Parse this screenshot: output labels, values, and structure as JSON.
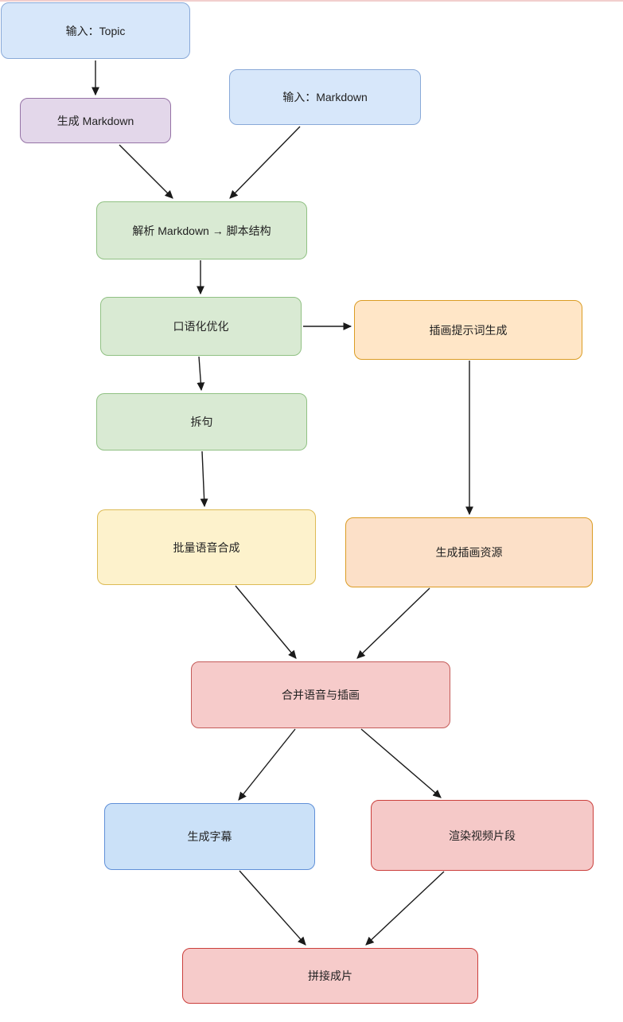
{
  "palette": {
    "background": "#ffffff",
    "edge_color": "#1a1a1a",
    "top_line": "#f2cfce",
    "text_color": "#222222"
  },
  "nodes": {
    "input_topic": {
      "label": "输入：Topic",
      "fill": "#d7e7fa",
      "stroke": "#89a9d8"
    },
    "input_markdown": {
      "label": "输入：Markdown",
      "fill": "#d7e7fa",
      "stroke": "#89a9d8"
    },
    "gen_markdown": {
      "label": "生成 Markdown",
      "fill": "#e3d7ea",
      "stroke": "#9673a6"
    },
    "parse": {
      "label": "解析 Markdown → 脚本结构",
      "fill": "#d9ead3",
      "stroke": "#90c183"
    },
    "oral": {
      "label": "口语化优化",
      "fill": "#d9ead3",
      "stroke": "#90c183"
    },
    "prompt_gen": {
      "label": "插画提示词生成",
      "fill": "#ffe6c7",
      "stroke": "#db9c23"
    },
    "split": {
      "label": "拆句",
      "fill": "#d9ead3",
      "stroke": "#90c183"
    },
    "tts": {
      "label": "批量语音合成",
      "fill": "#fdf2cc",
      "stroke": "#ddbb55"
    },
    "illus": {
      "label": "生成插画资源",
      "fill": "#fce0c8",
      "stroke": "#db9c23"
    },
    "merge": {
      "label": "合并语音与插画",
      "fill": "#f6cbca",
      "stroke": "#c45b58"
    },
    "subtitle": {
      "label": "生成字幕",
      "fill": "#cbe1f8",
      "stroke": "#6090d8"
    },
    "render": {
      "label": "渲染视频片段",
      "fill": "#f5c9c8",
      "stroke": "#cb3f3c"
    },
    "concat": {
      "label": "拼接成片",
      "fill": "#f6cbca",
      "stroke": "#cb3f3c"
    }
  },
  "edges": [
    {
      "from": "input_topic",
      "to": "gen_markdown"
    },
    {
      "from": "gen_markdown",
      "to": "parse"
    },
    {
      "from": "input_markdown",
      "to": "parse"
    },
    {
      "from": "parse",
      "to": "oral"
    },
    {
      "from": "oral",
      "to": "prompt_gen"
    },
    {
      "from": "oral",
      "to": "split"
    },
    {
      "from": "split",
      "to": "tts"
    },
    {
      "from": "prompt_gen",
      "to": "illus"
    },
    {
      "from": "tts",
      "to": "merge"
    },
    {
      "from": "illus",
      "to": "merge"
    },
    {
      "from": "merge",
      "to": "subtitle"
    },
    {
      "from": "merge",
      "to": "render"
    },
    {
      "from": "subtitle",
      "to": "concat"
    },
    {
      "from": "render",
      "to": "concat"
    }
  ]
}
